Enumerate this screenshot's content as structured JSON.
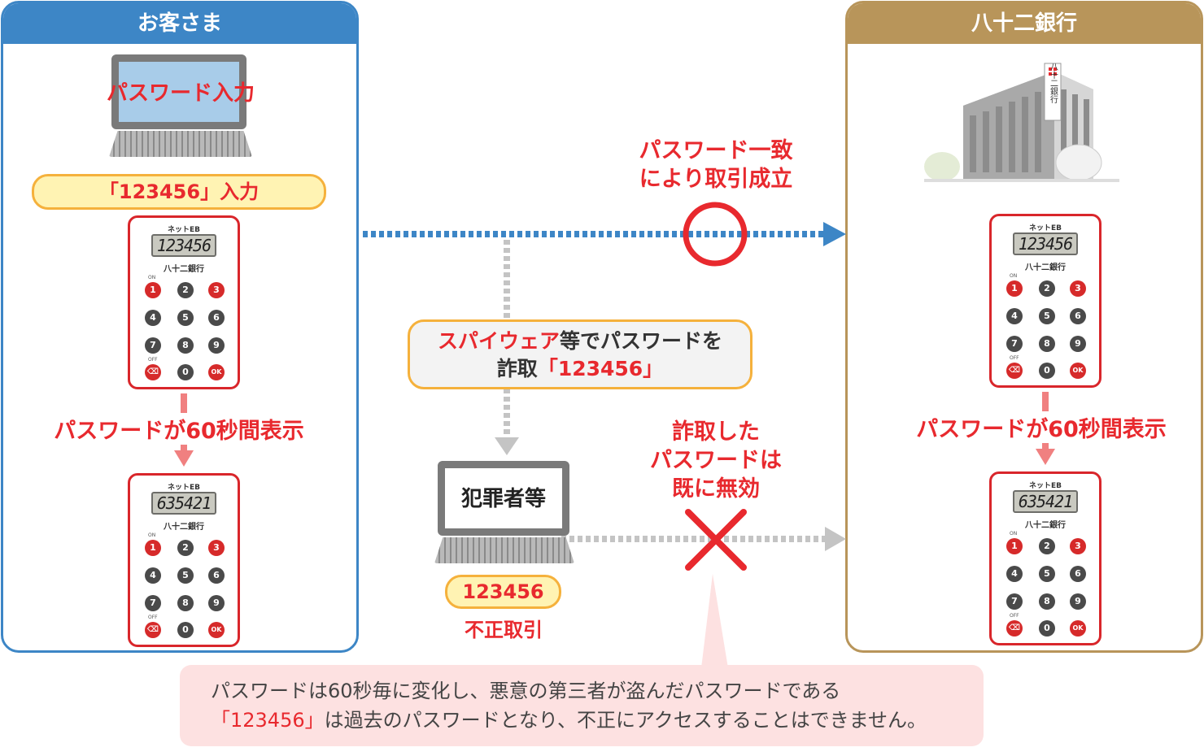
{
  "customer": {
    "title": "お客さま",
    "laptop_label": "パスワード入力",
    "input_pill": "「123456」入力",
    "display_note": "パスワードが60秒間表示"
  },
  "bank": {
    "title": "八十二銀行",
    "building_sign": "八十二銀行",
    "display_note": "パスワードが60秒間表示"
  },
  "token": {
    "brand": "ネットEB",
    "bank_name": "八十二銀行",
    "on_label": "ON",
    "off_label": "OFF",
    "ok_label": "OK",
    "keys": [
      "1",
      "2",
      "3",
      "4",
      "5",
      "6",
      "7",
      "8",
      "9",
      "0"
    ],
    "code_before": "123456",
    "code_after": "635421"
  },
  "flow": {
    "match_line1": "パスワード一致",
    "match_line2": "により取引成立",
    "spyware_red": "スパイウェア",
    "spyware_rest": "等でパスワードを",
    "spyware_line2_prefix": "詐取",
    "spyware_line2_red": "「123456」",
    "criminal_label": "犯罪者等",
    "criminal_pill": "123456",
    "criminal_caption": "不正取引",
    "invalid_line1": "詐取した",
    "invalid_line2": "パスワードは",
    "invalid_line3": "既に無効"
  },
  "note": {
    "line1": "パスワードは60秒毎に変化し、悪意の第三者が盗んだパスワードである",
    "line2_red": "「123456」",
    "line2_rest": "は過去のパスワードとなり、不正にアクセスすることはできません。"
  },
  "colors": {
    "customer_blue": "#3d86c6",
    "bank_gold": "#b8955a",
    "alert_red": "#e8292e",
    "flow_blue": "#3d86c6",
    "flow_gray": "#c4c4c4",
    "arrow_pink": "#f08080"
  }
}
